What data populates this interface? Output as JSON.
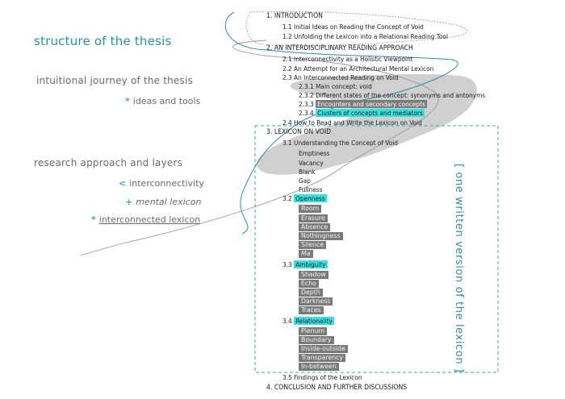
{
  "left": {
    "title": "structure of the thesis",
    "journey_label": "intuitional journey of the thesis",
    "journey_items": [
      {
        "mark": "*",
        "text": "ideas and tools"
      }
    ],
    "research_label": "research approach and layers",
    "research_items": [
      {
        "mark": "<",
        "text": "interconnectivity"
      },
      {
        "mark": "+",
        "text": "mental lexicon"
      },
      {
        "mark": "*",
        "text": "interconnected lexicon"
      }
    ]
  },
  "toc": {
    "ch1": "1. INTRODUCTION",
    "ch1_1": "1.1 Initial Ideas on Reading the Concept of Void",
    "ch1_2": "1.2 Unfolding the Lexicon into a Relational Reading Tool",
    "ch2": "2. AN INTERDISCIPLINARY READING APPROACH",
    "ch2_1": "2.1 Interconnectivity as a Holistic Viewpoint",
    "ch2_2": "2.2 An Attempt for an Architectural Mental Lexicon",
    "ch2_3": "2.3 An Interconnected Reading on Void",
    "ch2_3_1": "2.3.1 Main concept: void",
    "ch2_3_2": "2.3.2 Different states of the concept: synonyms and antonyms",
    "ch2_3_3_num": "2.3.3",
    "ch2_3_3_text": "Encounters and secondary concepts",
    "ch2_3_4_num": "2.3.4",
    "ch2_3_4_text": "Clusters of concepts and mediators",
    "ch2_4": "2.4 How to Read and Write the Lexicon on Void",
    "ch3": "3. LEXICON ON VOID",
    "ch3_1": "3.1 Understanding the Concept of Void",
    "ch3_1_items": [
      "Emptiness",
      "Vacancy",
      "Blank",
      "Gap",
      "Fullness"
    ],
    "ch3_2_num": "3.2",
    "ch3_2_text": "Openness",
    "ch3_2_items": [
      "Room",
      "Erasure",
      "Absence",
      "Nothingness",
      "Silence",
      "Ma"
    ],
    "ch3_3_num": "3.3",
    "ch3_3_text": "Ambiguity",
    "ch3_3_items": [
      "Shadow",
      "Echo",
      "Depth",
      "Darkness",
      "Traces"
    ],
    "ch3_4_num": "3.4",
    "ch3_4_text": "Relationality",
    "ch3_4_items": [
      "Plenum",
      "Boundary",
      "Inside-outside",
      "Transparency",
      "In-between"
    ],
    "ch3_5": "3.5 Findings of the Lexicon",
    "ch4": "4. CONCLUSION AND FURTHER DISCUSSIONS"
  },
  "side_label": "[ one written version of the lexicon ]",
  "colors": {
    "accent": "#2f8f9c",
    "highlight": "#39e0e0",
    "tag": "#7a7a7a"
  }
}
